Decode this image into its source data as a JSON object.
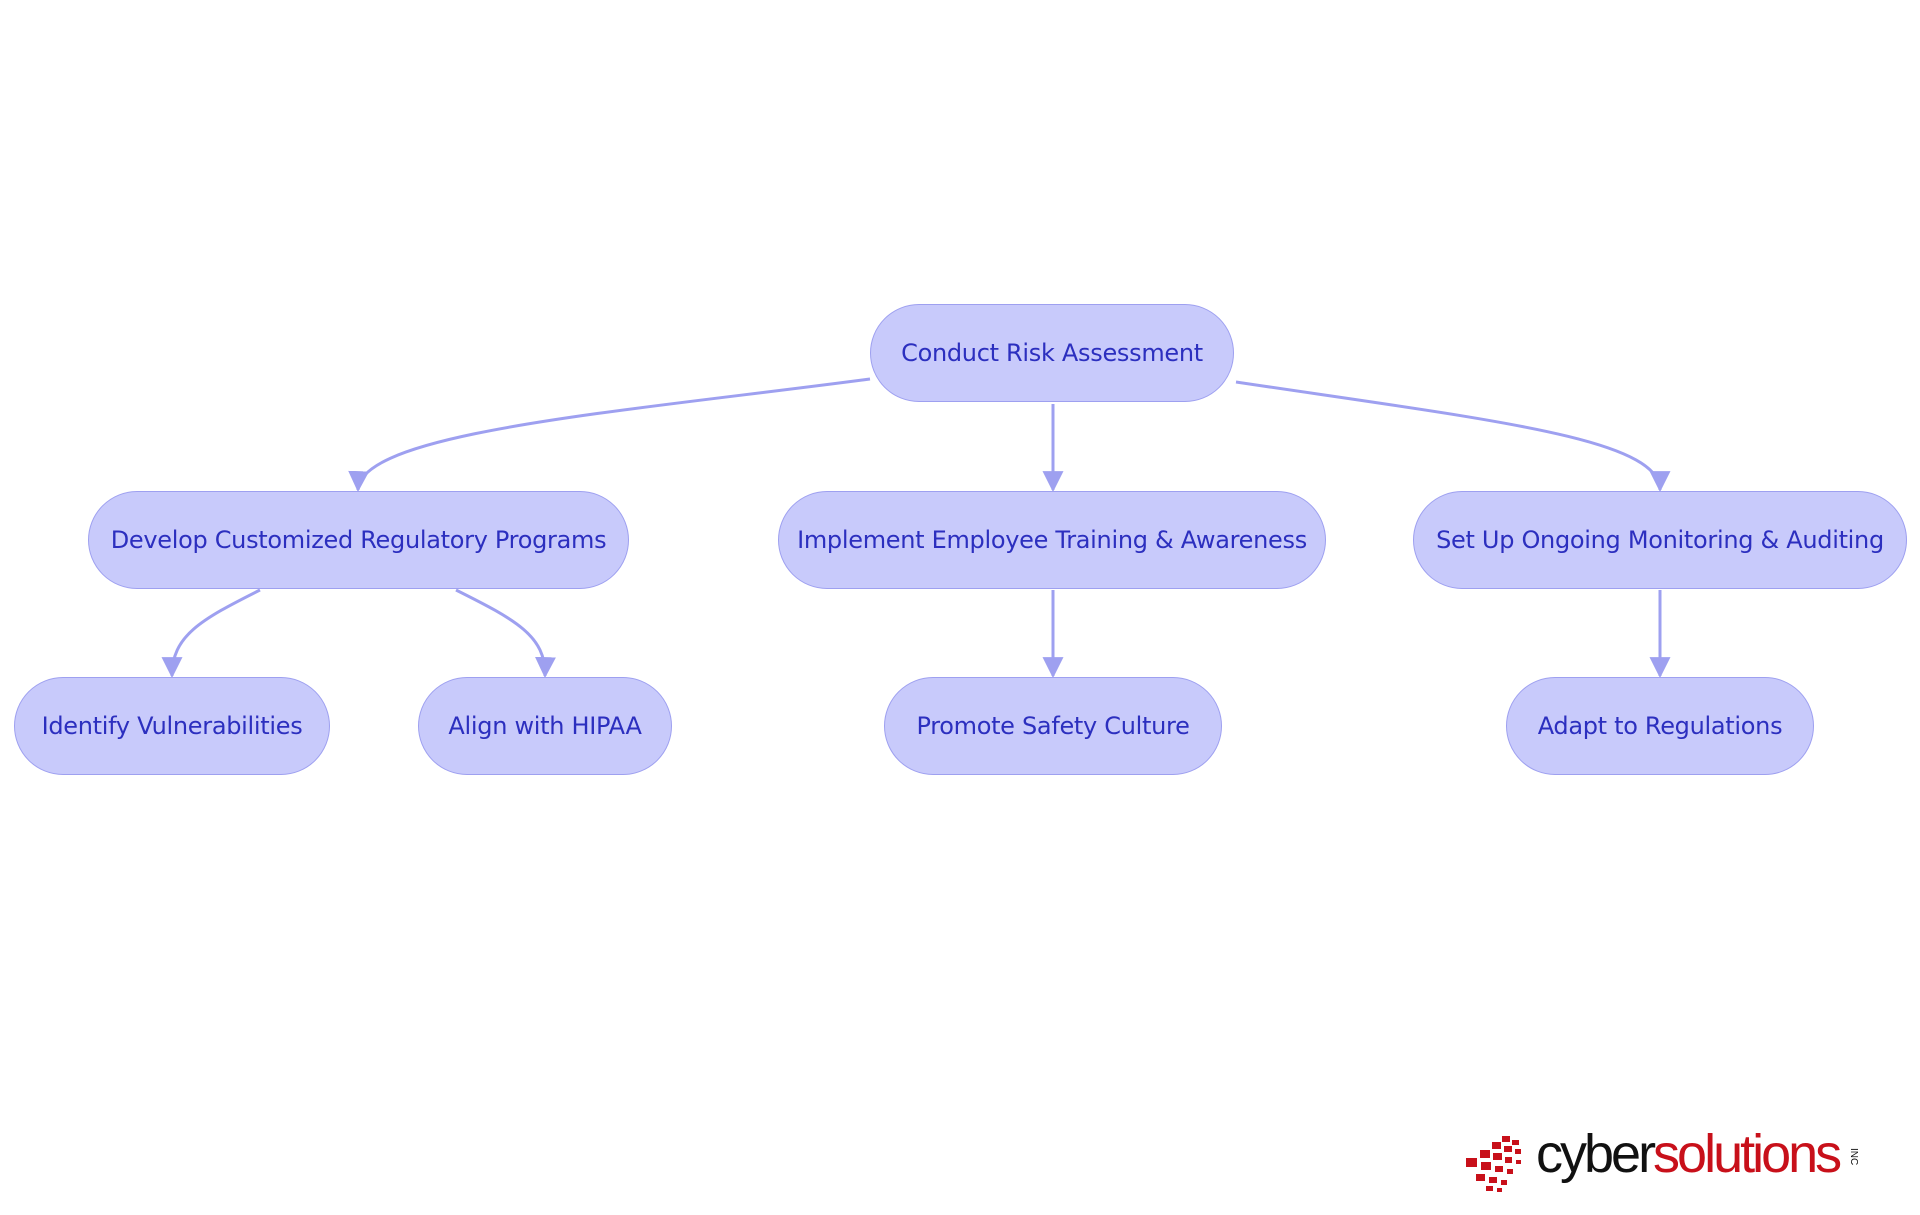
{
  "diagram": {
    "nodes": [
      {
        "id": "root",
        "label": "Conduct Risk Assessment"
      },
      {
        "id": "dev",
        "label": "Develop Customized Regulatory Programs"
      },
      {
        "id": "train",
        "label": "Implement Employee Training & Awareness"
      },
      {
        "id": "mon",
        "label": "Set Up Ongoing Monitoring & Auditing"
      },
      {
        "id": "vuln",
        "label": "Identify Vulnerabilities"
      },
      {
        "id": "hipaa",
        "label": "Align with HIPAA"
      },
      {
        "id": "safety",
        "label": "Promote Safety Culture"
      },
      {
        "id": "adapt",
        "label": "Adapt to Regulations"
      }
    ],
    "edges": [
      [
        "root",
        "dev"
      ],
      [
        "root",
        "train"
      ],
      [
        "root",
        "mon"
      ],
      [
        "dev",
        "vuln"
      ],
      [
        "dev",
        "hipaa"
      ],
      [
        "train",
        "safety"
      ],
      [
        "mon",
        "adapt"
      ]
    ],
    "colors": {
      "node_fill": "#c8cafb",
      "node_border": "#9ea0f0",
      "node_text": "#2c2fbf",
      "edge": "#9ea0f0"
    }
  },
  "logo": {
    "part1": "cyber",
    "part2": "solutions",
    "suffix": "INC",
    "colors": {
      "dark": "#111111",
      "red": "#c8101a"
    }
  }
}
